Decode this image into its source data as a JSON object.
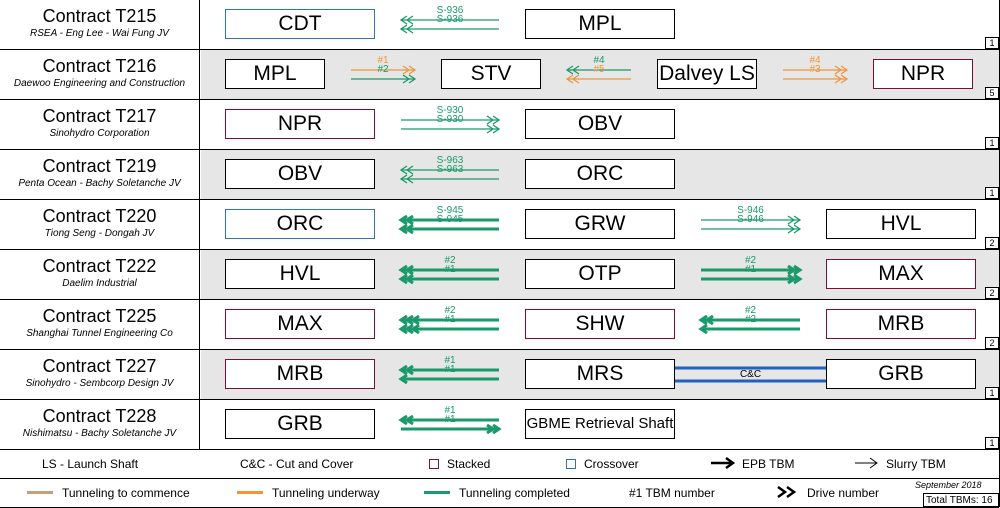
{
  "colors": {
    "underway": "#f0953a",
    "completed": "#1a9a6a",
    "commence": "#c4a07a",
    "stacked": "#7a1030",
    "crossover": "#2f74b5",
    "cc": "#2060c0"
  },
  "contracts": [
    {
      "title": "Contract T215",
      "subtitle": "RSEA - Eng Lee - Wai Fung JV",
      "tbm_count": "1",
      "shaded": false,
      "stations": [
        {
          "name": "CDT",
          "style": "crossover"
        },
        {
          "name": "MPL",
          "style": "plain"
        }
      ],
      "links": [
        {
          "from": 0,
          "to": 1,
          "type": "drives",
          "labels": [
            "S-936",
            "S-936"
          ],
          "dir": "left",
          "tbm": "slurry",
          "status": "completed"
        }
      ]
    },
    {
      "title": "Contract T216",
      "subtitle": "Daewoo Engineering and Construction",
      "tbm_count": "5",
      "shaded": true,
      "stations": [
        {
          "name": "MPL",
          "style": "plain"
        },
        {
          "name": "STV",
          "style": "plain"
        },
        {
          "name": "Dalvey LS",
          "style": "plain"
        },
        {
          "name": "NPR",
          "style": "stacked"
        }
      ],
      "links": [
        {
          "from": 0,
          "to": 1,
          "type": "drives",
          "labels": [
            "#1",
            "#2"
          ],
          "dir": "right",
          "tbm": "slurry",
          "statuses": [
            "underway",
            "completed"
          ]
        },
        {
          "from": 1,
          "to": 2,
          "type": "drives",
          "labels": [
            "#4",
            "#5"
          ],
          "dir": "left",
          "tbm": "slurry",
          "statuses": [
            "completed",
            "underway"
          ]
        },
        {
          "from": 2,
          "to": 3,
          "type": "drives",
          "labels": [
            "#4",
            "#3"
          ],
          "dir": "right",
          "tbm": "slurry",
          "statuses": [
            "underway",
            "underway"
          ]
        }
      ]
    },
    {
      "title": "Contract T217",
      "subtitle": "Sinohydro Corporation",
      "tbm_count": "1",
      "shaded": false,
      "stations": [
        {
          "name": "NPR",
          "style": "stacked"
        },
        {
          "name": "OBV",
          "style": "plain"
        }
      ],
      "links": [
        {
          "from": 0,
          "to": 1,
          "type": "drives",
          "labels": [
            "S-930",
            "S-930"
          ],
          "dir": "right",
          "tbm": "slurry",
          "status": "completed"
        }
      ]
    },
    {
      "title": "Contract T219",
      "subtitle": "Penta Ocean - Bachy Soletanche JV",
      "tbm_count": "1",
      "shaded": true,
      "stations": [
        {
          "name": "OBV",
          "style": "plain"
        },
        {
          "name": "ORC",
          "style": "plain"
        }
      ],
      "links": [
        {
          "from": 0,
          "to": 1,
          "type": "drives",
          "labels": [
            "S-963",
            "S-963"
          ],
          "dir": "left",
          "tbm": "slurry",
          "status": "completed"
        }
      ]
    },
    {
      "title": "Contract T220",
      "subtitle": "Tiong Seng - Dongah JV",
      "tbm_count": "2",
      "shaded": false,
      "stations": [
        {
          "name": "ORC",
          "style": "crossover"
        },
        {
          "name": "GRW",
          "style": "plain"
        },
        {
          "name": "HVL",
          "style": "plain"
        }
      ],
      "links": [
        {
          "from": 0,
          "to": 1,
          "type": "drives",
          "labels": [
            "S-945",
            "S-945"
          ],
          "dir": "left",
          "tbm": "epb",
          "status": "completed"
        },
        {
          "from": 1,
          "to": 2,
          "type": "drives",
          "labels": [
            "S-946",
            "S-946"
          ],
          "dir": "right",
          "tbm": "slurry",
          "status": "completed"
        }
      ]
    },
    {
      "title": "Contract T222",
      "subtitle": "Daelim Industrial",
      "tbm_count": "2",
      "shaded": true,
      "stations": [
        {
          "name": "HVL",
          "style": "plain"
        },
        {
          "name": "OTP",
          "style": "plain"
        },
        {
          "name": "MAX",
          "style": "stacked"
        }
      ],
      "links": [
        {
          "from": 0,
          "to": 1,
          "type": "drives",
          "labels": [
            "#2",
            "#1"
          ],
          "dir": "left",
          "tbm": "epb",
          "status": "completed"
        },
        {
          "from": 1,
          "to": 2,
          "type": "drives",
          "labels": [
            "#2",
            "#1"
          ],
          "dir": "right",
          "tbm": "epb",
          "status": "completed"
        }
      ]
    },
    {
      "title": "Contract T225",
      "subtitle": "Shanghai Tunnel Engineering Co",
      "tbm_count": "2",
      "shaded": false,
      "stations": [
        {
          "name": "MAX",
          "style": "stacked"
        },
        {
          "name": "SHW",
          "style": "stacked"
        },
        {
          "name": "MRB",
          "style": "stacked"
        }
      ],
      "links": [
        {
          "from": 0,
          "to": 1,
          "type": "drives",
          "labels": [
            "#2",
            "#1"
          ],
          "dir": "left",
          "tbm": "epb3",
          "status": "completed"
        },
        {
          "from": 1,
          "to": 2,
          "type": "drives",
          "labels": [
            "#2",
            "#2"
          ],
          "dir": "left",
          "tbm": "epb2",
          "status": "completed"
        }
      ]
    },
    {
      "title": "Contract T227",
      "subtitle": "Sinohydro - Sembcorp Design JV",
      "tbm_count": "1",
      "shaded": true,
      "stations": [
        {
          "name": "MRB",
          "style": "stacked"
        },
        {
          "name": "MRS",
          "style": "plain"
        },
        {
          "name": "GRB",
          "style": "plain"
        }
      ],
      "links": [
        {
          "from": 0,
          "to": 1,
          "type": "drives",
          "labels": [
            "#1",
            "#1"
          ],
          "dir": "left",
          "tbm": "epb2",
          "status": "completed"
        },
        {
          "from": 1,
          "to": 2,
          "type": "cc",
          "labels": [
            "C&C"
          ]
        }
      ]
    },
    {
      "title": "Contract T228",
      "subtitle": "Nishimatsu - Bachy Soletanche JV",
      "tbm_count": "1",
      "shaded": false,
      "stations": [
        {
          "name": "GRB",
          "style": "plain"
        },
        {
          "name": "GBME Retrieval Shaft",
          "style": "plain"
        }
      ],
      "links": [
        {
          "from": 0,
          "to": 1,
          "type": "drives",
          "labels": [
            "#1",
            "#1"
          ],
          "dir": "left",
          "tbm": "epb2",
          "status": "completed",
          "second_dir": "right"
        }
      ]
    }
  ],
  "legend": {
    "row1": {
      "launch_shaft": "LS - Launch Shaft",
      "cut_cover": "C&C - Cut and Cover",
      "stacked": "Stacked",
      "crossover": "Crossover",
      "epb": "EPB TBM",
      "slurry": "Slurry TBM"
    },
    "row2": {
      "commence": "Tunneling to commence",
      "underway": "Tunneling underway",
      "completed": "Tunneling completed",
      "tbm_number": "#1  TBM number",
      "drive_number": "Drive number"
    },
    "date": "September 2018",
    "total": "Total TBMs: 16"
  }
}
